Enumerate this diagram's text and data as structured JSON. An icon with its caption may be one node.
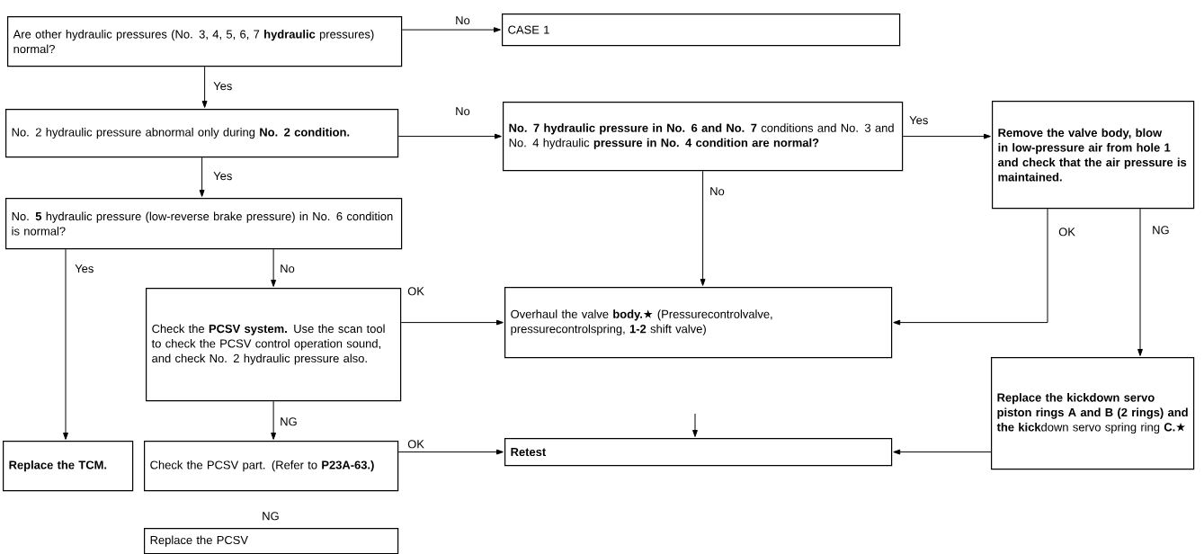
{
  "diagram": {
    "nodes": [
      {
        "text": [
          "Are other hydraulic pressures (No. 3, 4, 5, 6, 7 **hydraulic** pressures) normal?"
        ]
      },
      {
        "text": [
          "CASE 1"
        ]
      },
      {
        "text": [
          "No. 2 hydraulic pressure abnormal only during **No. 2 condition.**"
        ]
      },
      {
        "text": [
          "**No. 7 hydraulic pressure in No. 6 and No. 7** conditions and No. 3 and No. 4 hydraulic **pressure in No. 4 condition are normal?**"
        ]
      },
      {
        "text": [
          "Remove the valve body, blow in low-pressure air from hole 1 and check that the air pressure is maintained."
        ]
      },
      {
        "text": [
          "No. **5** hydraulic pressure (low-reverse brake pressure) in No. 6 condition is normal?"
        ]
      },
      {
        "text": [
          "Check the **PCSV system.** Use the scan tool to check the PCSV control operation sound, and check No. 2 hydraulic pressure also."
        ]
      },
      {
        "text": [
          "Overhaul the valve **body.★** (Pressurecontrolvalve, pressurecontrolspring, **1-2** shift valve)"
        ]
      },
      {
        "text": [
          "Replace the TCM."
        ]
      },
      {
        "text": [
          "Check the PCSV part. (Refer to **P23A-63.)**"
        ]
      },
      {
        "text": [
          "Retest"
        ]
      },
      {
        "text": [
          "**Replace the kickdown servo piston rings A and B (2 rings) and the kick**down servo spring ring **C.★**"
        ]
      },
      {
        "text": [
          "Replace the PCSV"
        ]
      }
    ],
    "edges": [
      {
        "from": 0,
        "to": 1,
        "arrow": "to",
        "label": "No"
      },
      {
        "from": 0,
        "to": 2,
        "arrow": "to",
        "label": "Yes"
      },
      {
        "from": 2,
        "to": 3,
        "arrow": "to",
        "label": "No"
      },
      {
        "from": 2,
        "to": 5,
        "arrow": "to",
        "label": "Yes"
      },
      {
        "from": 3,
        "to": 4,
        "arrow": "to",
        "label": "Yes"
      },
      {
        "from": 3,
        "to": 7,
        "arrow": "to",
        "label": "No"
      },
      {
        "from": 4,
        "to": 7,
        "arrow": "to",
        "label": "OK"
      },
      {
        "from": 4,
        "to": 11,
        "arrow": "to",
        "label": "NG"
      },
      {
        "from": 5,
        "to": 8,
        "arrow": "to",
        "label": "Yes"
      },
      {
        "from": 5,
        "to": 6,
        "arrow": "to",
        "label": "No"
      },
      {
        "from": 6,
        "to": 7,
        "arrow": "to",
        "label": "OK"
      },
      {
        "from": 6,
        "to": 9,
        "arrow": "to",
        "label": "NG"
      },
      {
        "from": 9,
        "to": 10,
        "arrow": "to",
        "label": "OK"
      },
      {
        "from": 11,
        "to": 10,
        "arrow": "to"
      },
      {
        "from": null,
        "to": 10,
        "arrow": "to"
      }
    ],
    "labels": [
      "NG"
    ]
  }
}
